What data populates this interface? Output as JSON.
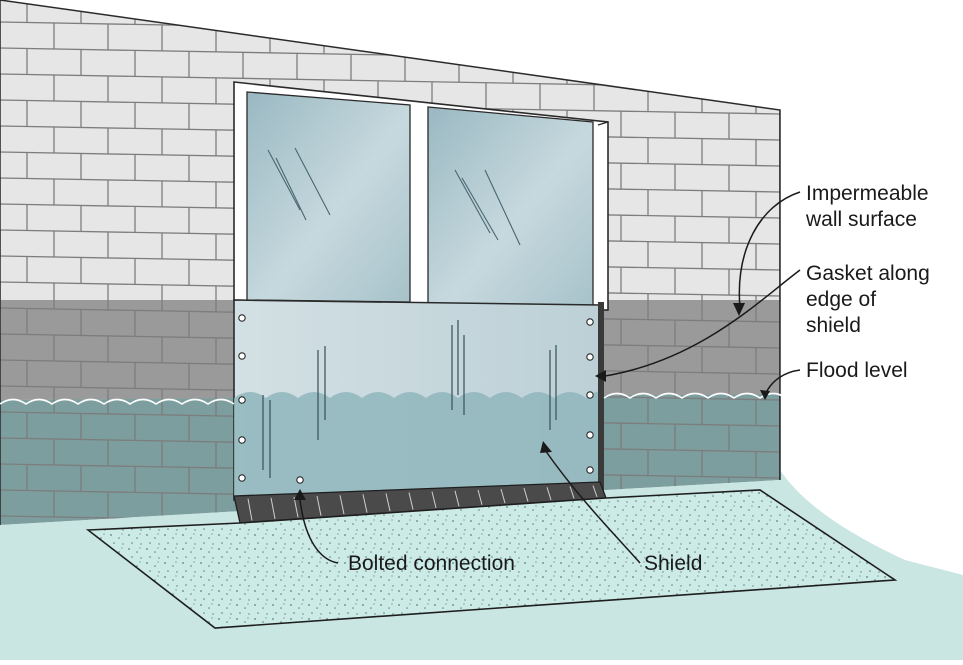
{
  "labels": {
    "impermeable_line1": "Impermeable",
    "impermeable_line2": "wall surface",
    "gasket_line1": "Gasket along",
    "gasket_line2": "edge of",
    "gasket_line3": "shield",
    "flood_level": "Flood level",
    "bolted_connection": "Bolted connection",
    "shield": "Shield"
  },
  "colors": {
    "brick_face": "#e6e6e6",
    "mortar": "#7d7d7d",
    "wall_wet_band": "#9a9a9a",
    "water": "#a9c8c8",
    "water_on_wall": "#7c9e9e",
    "glass": "#b4cdd4",
    "shield": "#c7d7db",
    "shield_submerged": "#8fb6bc",
    "ground_slab": "#ccebe6",
    "frame": "#ffffff",
    "outline": "#2a2a2a"
  }
}
